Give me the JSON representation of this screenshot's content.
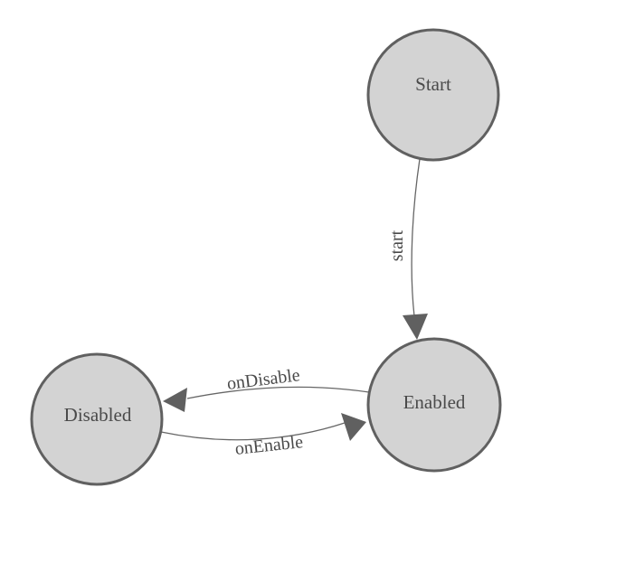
{
  "diagram": {
    "type": "state-machine",
    "nodes": [
      {
        "id": "start",
        "label": "Start"
      },
      {
        "id": "enabled",
        "label": "Enabled"
      },
      {
        "id": "disabled",
        "label": "Disabled"
      }
    ],
    "edges": [
      {
        "from": "Start",
        "to": "Enabled",
        "label": "start"
      },
      {
        "from": "Enabled",
        "to": "Disabled",
        "label": "onDisable"
      },
      {
        "from": "Disabled",
        "to": "Enabled",
        "label": "onEnable"
      }
    ]
  },
  "colors": {
    "background": "#ffffff",
    "node-fill": "#d3d3d3",
    "node-stroke": "#606060",
    "edge-stroke": "#666666",
    "arrow-fill": "#606060",
    "label": "#4a4a4a"
  }
}
